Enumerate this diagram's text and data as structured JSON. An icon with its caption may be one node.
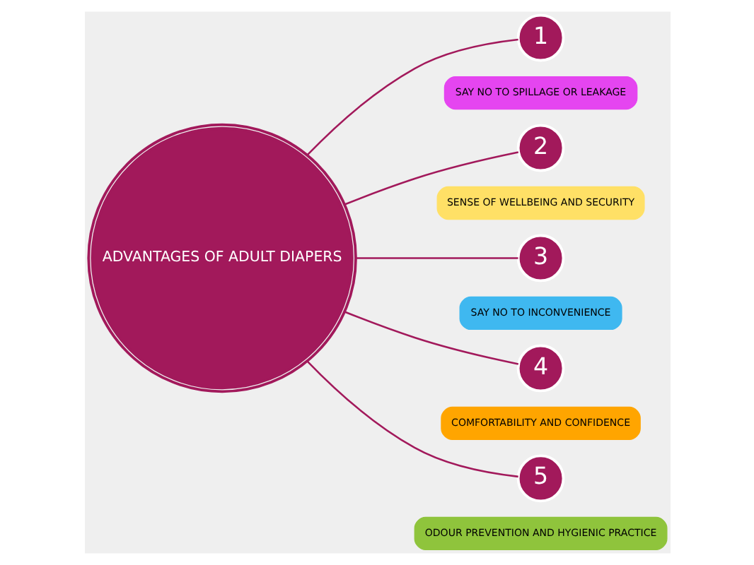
{
  "diagram": {
    "nodes": [
      {
        "text": [
          "ADVANTAGES OF ADULT DIAPERS"
        ]
      },
      {
        "text": [
          "1"
        ]
      },
      {
        "text": [
          "SAY NO TO SPILLAGE OR LEAKAGE"
        ]
      },
      {
        "text": [
          "2"
        ]
      },
      {
        "text": [
          "SENSE OF WELLBEING AND SECURITY"
        ]
      },
      {
        "text": [
          "3"
        ]
      },
      {
        "text": [
          "SAY NO TO INCONVENIENCE"
        ]
      },
      {
        "text": [
          "4"
        ]
      },
      {
        "text": [
          "COMFORTABILITY AND CONFIDENCE"
        ]
      },
      {
        "text": [
          "5"
        ]
      },
      {
        "text": [
          "ODOUR PREVENTION AND HYGIENIC PRACTICE"
        ]
      }
    ],
    "edges": [
      {
        "from": 0,
        "to": 1,
        "arrow": "none"
      },
      {
        "from": 0,
        "to": 3,
        "arrow": "none"
      },
      {
        "from": 0,
        "to": 5,
        "arrow": "none"
      },
      {
        "from": 0,
        "to": 7,
        "arrow": "none"
      },
      {
        "from": 0,
        "to": 9,
        "arrow": "none"
      }
    ]
  }
}
